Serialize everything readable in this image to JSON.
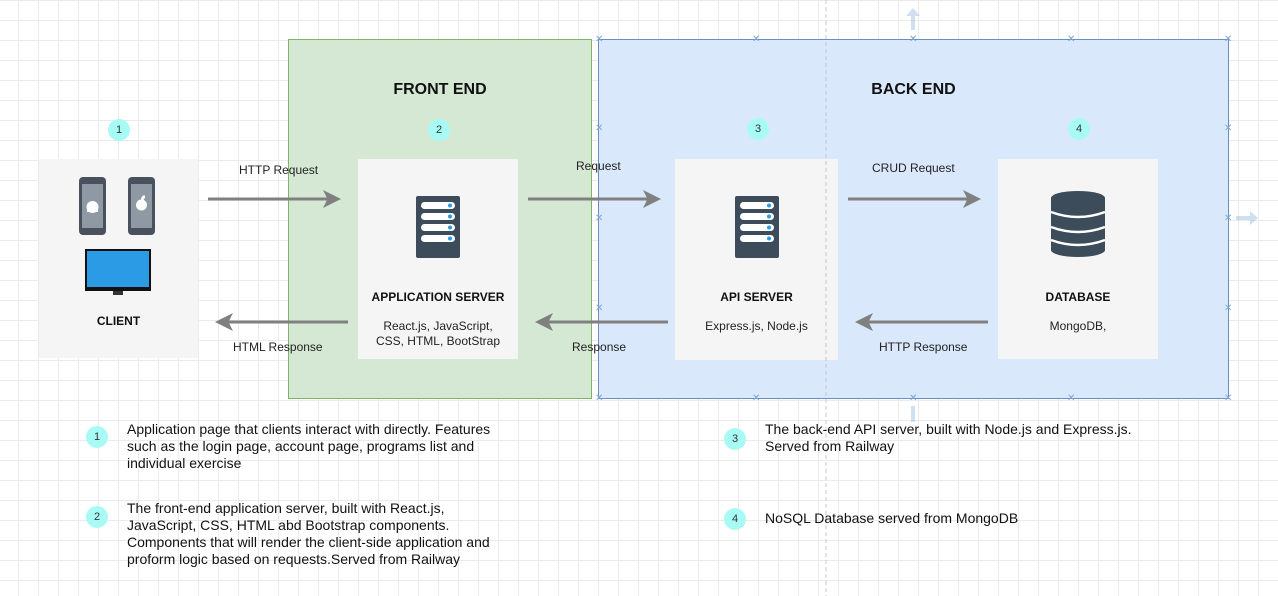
{
  "zones": {
    "front_end": {
      "title": "FRONT END"
    },
    "back_end": {
      "title": "BACK END"
    }
  },
  "nodes": {
    "client": {
      "badge": "1",
      "title": "CLIENT"
    },
    "app_server": {
      "badge": "2",
      "title": "APPLICATION SERVER",
      "subtitle": "React.js, JavaScript,\nCSS, HTML, BootStrap"
    },
    "api_server": {
      "badge": "3",
      "title": "API SERVER",
      "subtitle": "Express.js, Node.js"
    },
    "database": {
      "badge": "4",
      "title": "DATABASE",
      "subtitle": "MongoDB,"
    }
  },
  "edges": {
    "http_request": "HTTP Request",
    "request": "Request",
    "crud_request": "CRUD Request",
    "html_response": "HTML Response",
    "response": "Response",
    "http_response": "HTTP Response"
  },
  "notes": [
    {
      "badge": "1",
      "text": "Application page that clients interact with directly. Features\nsuch as the login page, account page, programs list and\nindividual exercise"
    },
    {
      "badge": "2",
      "text": "The front-end application server, built with React.js,\nJavaScript, CSS, HTML abd Bootstrap components.\nComponents that will render the client-side application and\nproform logic based on requests.Served from Railway"
    },
    {
      "badge": "3",
      "text": "The back-end API server, built with Node.js and Express.js.\nServed from Railway"
    },
    {
      "badge": "4",
      "text": "NoSQL Database served from MongoDB"
    }
  ],
  "colors": {
    "front_end_fill": "#d5e8d4",
    "back_end_fill": "#dae8fc",
    "badge_fill": "#a8fbf5",
    "arrow": "#808080",
    "server_icon": "#3d4c5a",
    "monitor_screen": "#2b9be6"
  }
}
